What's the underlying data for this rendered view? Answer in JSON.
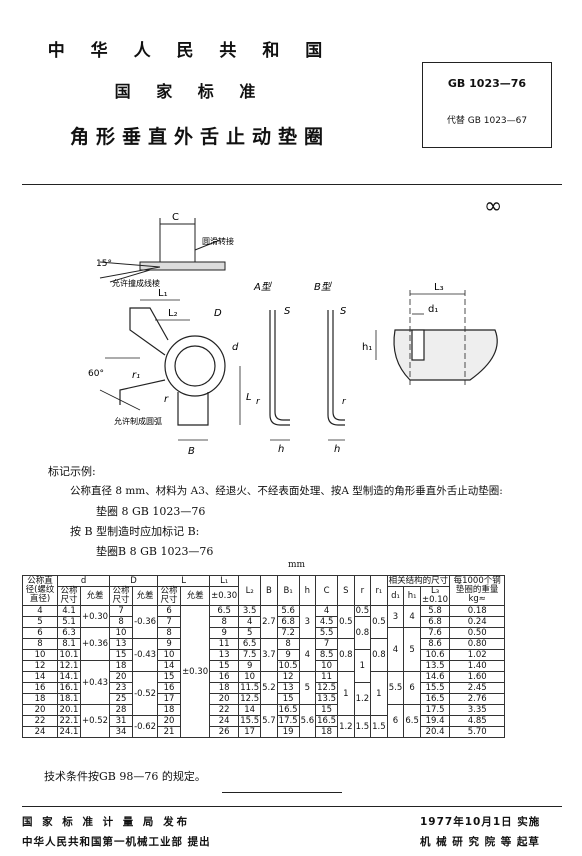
{
  "header": {
    "country": "中 华 人 民 共 和 国",
    "standard_type": "国 家 标 准",
    "title": "角形垂直外舌止动垫圈",
    "std_number": "GB 1023—76",
    "replaces": "代替 GB 1023—67"
  },
  "page_number": "∞",
  "figures": {
    "detail_labels": {
      "c": "C",
      "angle15": "15°",
      "chamfer": "圆滑转接",
      "burr_top": "允许撞成线棱"
    },
    "main_labels": {
      "L1": "L₁",
      "L2": "L₂",
      "D": "D",
      "d": "d",
      "r1": "r₁",
      "a60": "60°",
      "L": "L",
      "r": "r",
      "B": "B",
      "cut": "允许制成圆弧"
    },
    "type_a_label": "A型",
    "type_b_label": "B型",
    "s_label": "S",
    "h_label": "h",
    "r_label": "r",
    "assembly_labels": {
      "L3": "L₃",
      "d1": "d₁",
      "h1": "h₁"
    }
  },
  "marking": {
    "heading": "标记示例:",
    "line1": "公称直径 8 mm、材料为 A3、经退火、不经表面处理、按A 型制造的角形垂直外舌止动垫圈:",
    "line2": "垫圈   8   GB 1023—76",
    "line3": "按 B 型制造时应加标记 B:",
    "line4": "垫圈B   8   GB 1023—76"
  },
  "table": {
    "unit": "mm",
    "headers": {
      "nominal_dia": "公称直径(螺纹直径)",
      "d": "d",
      "D": "D",
      "L": "L",
      "L1": "L₁",
      "L2": "L₂",
      "B": "B",
      "B1": "B₁",
      "h": "h",
      "C": "C",
      "S": "S",
      "r": "r",
      "r1": "r₁",
      "related": "相关结构的尺寸",
      "d1": "d₁",
      "h1": "h₁",
      "L3": "L₃",
      "L3_tol": "±0.10",
      "weight": "每1000个钢垫圈的重量 kg≈",
      "nominal_size": "公称尺寸",
      "tolerance": "允差",
      "L1_tol": "±0.30"
    },
    "rows": [
      [
        "4",
        "4.1",
        "7",
        "6",
        "6.5",
        "3.5",
        "",
        "5.6",
        "",
        "4",
        "",
        "",
        "",
        "",
        "5.8",
        "0.18"
      ],
      [
        "5",
        "5.1",
        "8",
        "7",
        "8",
        "4",
        "",
        "6.8",
        "",
        "4.5",
        "",
        "",
        "",
        "",
        "6.8",
        "0.24"
      ],
      [
        "6",
        "6.3",
        "10",
        "8",
        "9",
        "5",
        "",
        "7.2",
        "",
        "5.5",
        "",
        "",
        "",
        "",
        "7.6",
        "0.50"
      ],
      [
        "8",
        "8.1",
        "13",
        "9",
        "11",
        "6.5",
        "",
        "8",
        "",
        "7",
        "",
        "",
        "",
        "",
        "8.6",
        "0.80"
      ],
      [
        "10",
        "10.1",
        "15",
        "10",
        "13",
        "7.5",
        "",
        "9",
        "",
        "8.5",
        "",
        "",
        "",
        "",
        "10.6",
        "1.02"
      ],
      [
        "12",
        "12.1",
        "18",
        "14",
        "15",
        "9",
        "",
        "10.5",
        "",
        "10",
        "",
        "",
        "",
        "",
        "13.5",
        "1.40"
      ],
      [
        "14",
        "14.1",
        "20",
        "15",
        "16",
        "10",
        "",
        "12",
        "",
        "11",
        "",
        "",
        "",
        "",
        "14.6",
        "1.60"
      ],
      [
        "16",
        "16.1",
        "23",
        "16",
        "18",
        "11.5",
        "",
        "13",
        "",
        "12.5",
        "",
        "",
        "",
        "",
        "15.5",
        "2.45"
      ],
      [
        "18",
        "18.1",
        "25",
        "17",
        "20",
        "12.5",
        "",
        "15",
        "",
        "13.5",
        "",
        "",
        "",
        "",
        "16.5",
        "2.76"
      ],
      [
        "20",
        "20.1",
        "28",
        "18",
        "22",
        "14",
        "",
        "16.5",
        "",
        "15",
        "",
        "",
        "",
        "",
        "17.5",
        "3.35"
      ],
      [
        "22",
        "22.1",
        "31",
        "20",
        "24",
        "15.5",
        "",
        "17.5",
        "",
        "16.5",
        "",
        "",
        "",
        "",
        "19.4",
        "4.85"
      ],
      [
        "24",
        "24.1",
        "34",
        "21",
        "26",
        "17",
        "",
        "19",
        "",
        "18",
        "",
        "",
        "",
        "",
        "20.4",
        "5.70"
      ]
    ],
    "d_tol": [
      "+0.30",
      "+0.36",
      "+0.43",
      "+0.52"
    ],
    "D_tol": [
      "-0.36",
      "-0.43",
      "-0.52",
      "-0.62"
    ],
    "L_tol": "±0.30",
    "B_vals": [
      "2.7",
      "3.7",
      "5.2",
      "5.7"
    ],
    "h_vals": [
      "3",
      "4",
      "5",
      "5.6"
    ],
    "S_vals": [
      "0.5",
      "0.8",
      "1",
      "1.2"
    ],
    "r_vals": [
      "0.5",
      "0.8",
      "1",
      "1.2",
      "1.5"
    ],
    "r1_vals": [
      "0.5",
      "0.8",
      "1",
      "1.5"
    ],
    "d1_vals": [
      "3",
      "4",
      "5.5",
      "6"
    ],
    "h1_vals": [
      "4",
      "5",
      "6",
      "6.5"
    ]
  },
  "note": "技术条件按GB 98—76 的规定。",
  "footer": {
    "issuer": "国 家 标 准 计 量 局  发布",
    "date": "1977年10月1日  实施",
    "proposer": "中华人民共和国第一机械工业部  提出",
    "drafter": "机 械 研 究 院 等  起草"
  }
}
